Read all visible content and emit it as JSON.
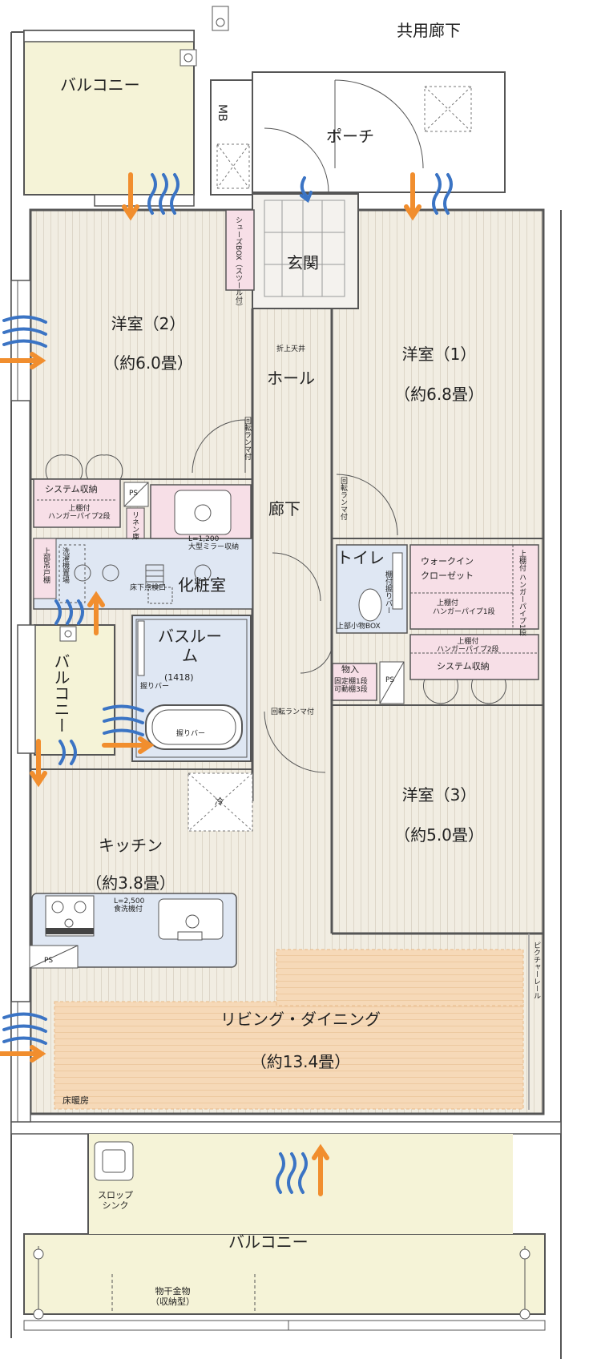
{
  "labels": {
    "common_corridor": "共用廊下",
    "balcony_top": "バルコニー",
    "porch": "ポーチ",
    "mb": "MB",
    "entrance": "玄関",
    "shoes_box": "シューズBOX（スツール付）",
    "room2": "洋室（2）",
    "room2_size": "（約6.0畳）",
    "room1": "洋室（1）",
    "room1_size": "（約6.8畳）",
    "hall": "ホール",
    "folded_ceiling": "折上天井",
    "rotary_lamp_1": "回転ランマ付",
    "rotary_lamp_2": "回転ランマ付",
    "rotary_lamp_3": "回転ランマ付",
    "corridor": "廊下",
    "system_storage_1": "システム収納",
    "upper_shelf_pipe_1": "上棚付\nハンガーパイプ2段",
    "ps_1": "PS",
    "linen": "リネン庫",
    "laundry": "洗濯機置場",
    "upper_cabinet": "上部吊戸棚",
    "mirror_storage": "L=1,200\n大型ミラー収納",
    "vanity": "化粧室",
    "floor_inspection": "床下点検口",
    "toilet": "トイレ",
    "shelf_grab_bar": "棚付握りバー",
    "upper_small_box": "上部小物BOX",
    "walkin_closet": "ウォークイン\nクローゼット",
    "hanger_pipe_1": "ハンガーパイプ1段",
    "upper_shelf_pipe_wic": "上棚付\nハンガーパイプ1段",
    "upper_shelf_1": "上棚付",
    "upper_shelf_pipe_2": "上棚付\nハンガーパイプ2段",
    "system_storage_2": "システム収納",
    "storage": "物入",
    "storage_shelves": "固定棚1段\n可動棚3段",
    "ps_2": "PS",
    "balcony_mid": "バルコニー",
    "bathroom": "バスルーム",
    "bath_size": "(1418)",
    "grab_bar_1": "握りバー",
    "grab_bar_2": "握りバー",
    "fridge": "冷",
    "room3": "洋室（3）",
    "room3_size": "（約5.0畳）",
    "kitchen": "キッチン",
    "kitchen_size": "（約3.8畳）",
    "counter": "L=2,500\n食洗機付",
    "ps_3": "PS",
    "living": "リビング・ダイニング",
    "living_size": "（約13.4畳）",
    "floor_heating": "床暖房",
    "picture_rail": "ピクチャーレール",
    "slop_sink": "スロップ\nシンク",
    "balcony_bottom": "バルコニー",
    "drying_hardware": "物干金物\n（収納型）"
  },
  "colors": {
    "floor": "#f1ede2",
    "board": "#ddd6c8",
    "balcony": "#f5f3d7",
    "wet": "#dfe7f3",
    "storage": "#f7dfe7",
    "heating": "#f6d9b8",
    "arrow": "#f18e2e",
    "wind": "#3b74c4",
    "wall": "#555555"
  }
}
